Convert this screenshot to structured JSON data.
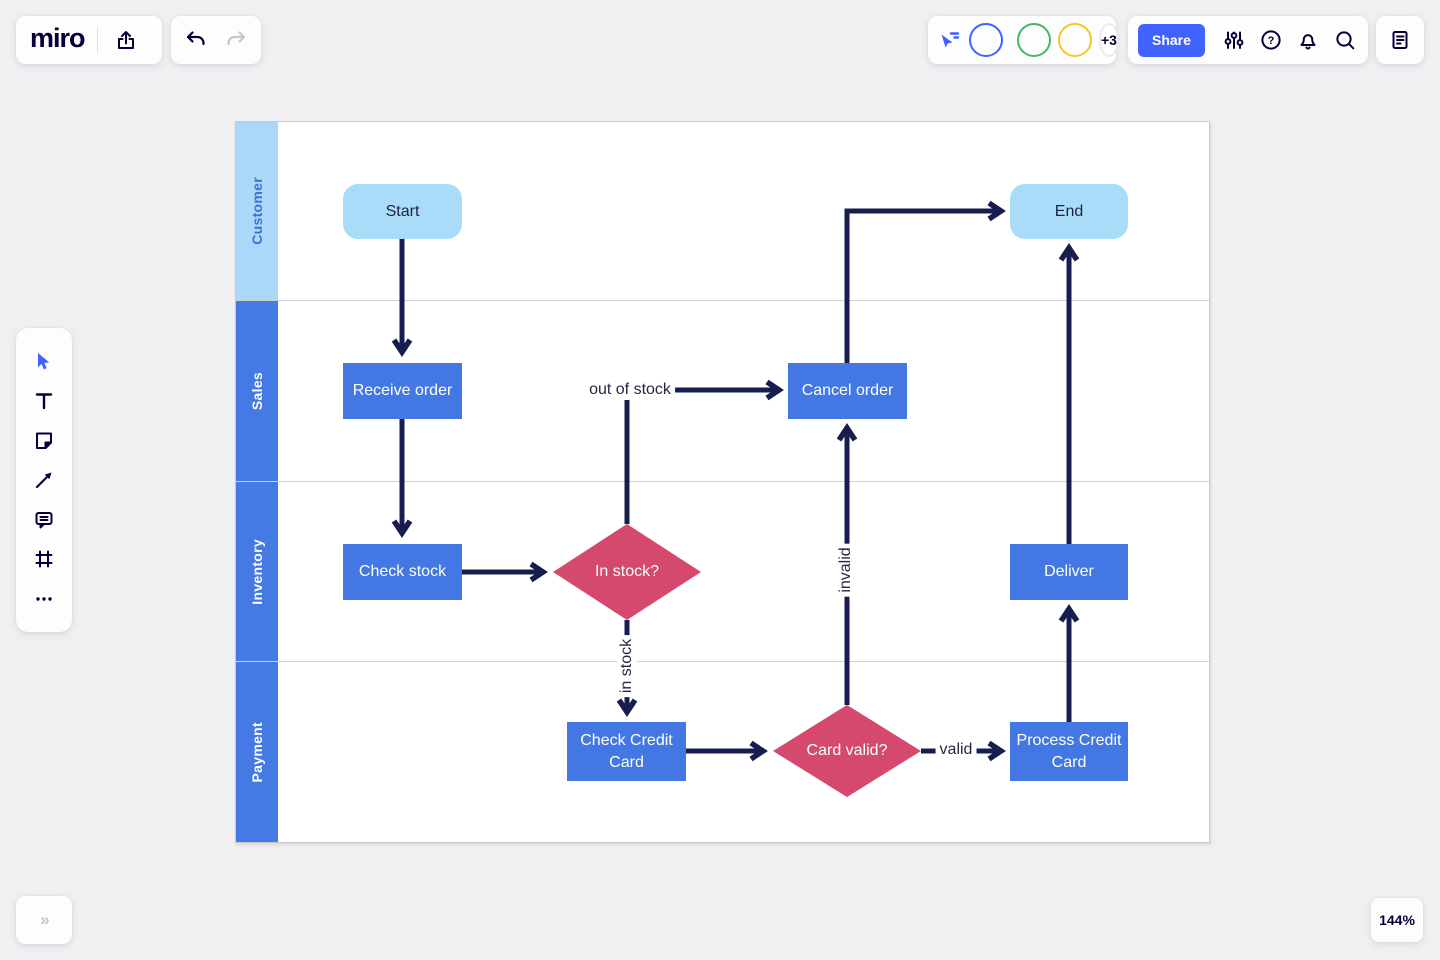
{
  "topbar": {
    "logo": "miro",
    "share_label": "Share",
    "collab_overflow": "+3",
    "icons_left": [
      "export-icon",
      "undo-icon",
      "redo-icon"
    ],
    "icons_right": [
      "follow-cursor-icon",
      "settings-sliders-icon",
      "help-icon",
      "notifications-bell-icon",
      "search-icon",
      "notes-icon"
    ]
  },
  "tool_palette": [
    "select-tool",
    "text-tool",
    "sticky-note-tool",
    "connector-tool",
    "comment-tool",
    "frame-tool",
    "more-tools"
  ],
  "statusbar": {
    "zoom_level": "144%",
    "expand_chevrons": "»"
  },
  "colors": {
    "accent_blue": "#4262ff",
    "process_blue": "#4277e4",
    "terminal_light_blue": "#a9dcf9",
    "decision_pink": "#d5496e",
    "lane_header_blue": "#4579e4",
    "lane_header_light": "#abd8f8",
    "connector_navy": "#171d4f",
    "canvas_bg": "#f0f0f2"
  },
  "canvas": {
    "lanes": [
      {
        "label": "Customer"
      },
      {
        "label": "Sales"
      },
      {
        "label": "Inventory"
      },
      {
        "label": "Payment"
      }
    ],
    "nodes": [
      {
        "id": "start",
        "type": "terminal",
        "label": "Start"
      },
      {
        "id": "end",
        "type": "terminal",
        "label": "End"
      },
      {
        "id": "receive-order",
        "type": "process",
        "label": "Receive order"
      },
      {
        "id": "cancel-order",
        "type": "process",
        "label": "Cancel order"
      },
      {
        "id": "check-stock",
        "type": "process",
        "label": "Check stock"
      },
      {
        "id": "in-stock",
        "type": "decision",
        "label": "In stock?"
      },
      {
        "id": "deliver",
        "type": "process",
        "label": "Deliver"
      },
      {
        "id": "check-credit-card",
        "type": "process",
        "label": "Check Credit Card"
      },
      {
        "id": "card-valid",
        "type": "decision",
        "label": "Card valid?"
      },
      {
        "id": "process-credit-card",
        "type": "process",
        "label": "Process Credit Card"
      }
    ],
    "edge_labels": [
      {
        "id": "out-of-stock",
        "label": "out of stock"
      },
      {
        "id": "in-stock",
        "label": "in stock"
      },
      {
        "id": "invalid",
        "label": "invalid"
      },
      {
        "id": "valid",
        "label": "valid"
      }
    ],
    "edges": [
      {
        "from": "start",
        "to": "receive-order"
      },
      {
        "from": "receive-order",
        "to": "check-stock"
      },
      {
        "from": "check-stock",
        "to": "in-stock"
      },
      {
        "from": "in-stock",
        "to": "cancel-order",
        "label": "out of stock"
      },
      {
        "from": "in-stock",
        "to": "check-credit-card",
        "label": "in stock"
      },
      {
        "from": "check-credit-card",
        "to": "card-valid"
      },
      {
        "from": "card-valid",
        "to": "cancel-order",
        "label": "invalid"
      },
      {
        "from": "card-valid",
        "to": "process-credit-card",
        "label": "valid"
      },
      {
        "from": "process-credit-card",
        "to": "deliver"
      },
      {
        "from": "deliver",
        "to": "end"
      },
      {
        "from": "cancel-order",
        "to": "end"
      }
    ]
  }
}
